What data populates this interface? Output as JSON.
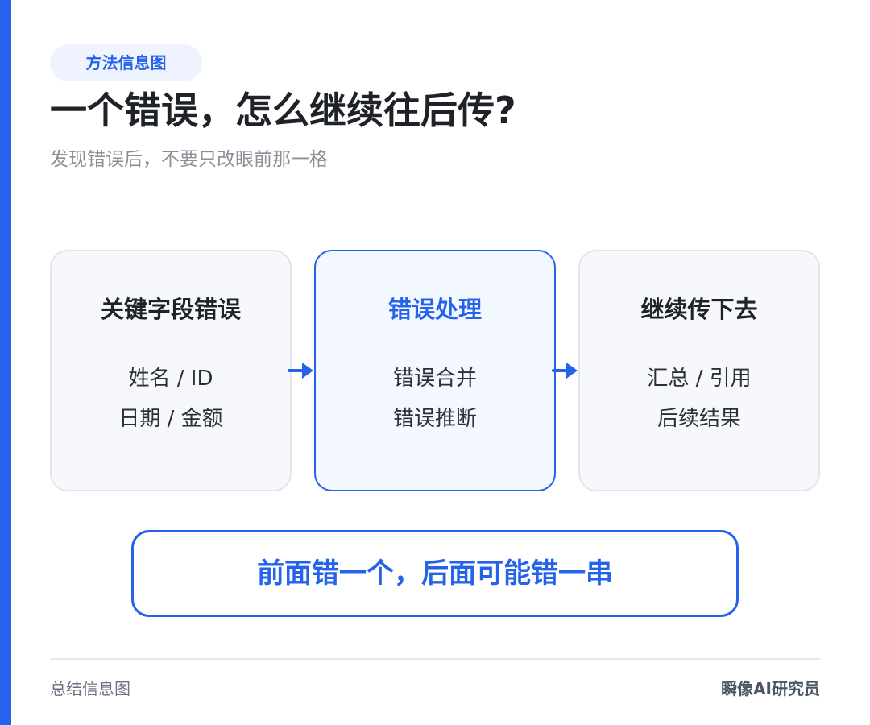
{
  "colors": {
    "accent": "#2563eb",
    "title": "#1f2328",
    "muted": "#8a8f98"
  },
  "header": {
    "tag": "方法信息图",
    "title": "一个错误，怎么继续往后传?",
    "subtitle": "发现错误后，不要只改眼前那一格"
  },
  "flow": {
    "cards": [
      {
        "title": "关键字段错误",
        "lines": [
          "姓名 / ID",
          "日期 / 金额"
        ]
      },
      {
        "title": "错误处理",
        "lines": [
          "错误合并",
          "错误推断"
        ]
      },
      {
        "title": "继续传下去",
        "lines": [
          "汇总 / 引用",
          "后续结果"
        ]
      }
    ],
    "arrows": [
      "arrow-right-icon",
      "arrow-right-icon"
    ]
  },
  "banner": {
    "text": "前面错一个，后面可能错一串"
  },
  "footer": {
    "left": "总结信息图",
    "right": "瞬像AI研究员"
  }
}
